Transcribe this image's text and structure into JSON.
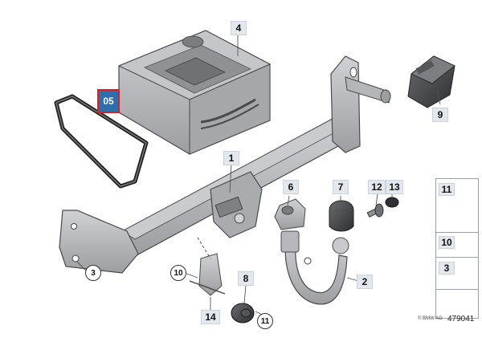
{
  "diagram": {
    "selected_label": "05",
    "callouts": {
      "c1": "1",
      "c2": "2",
      "c3": "3",
      "c4": "4",
      "c6": "6",
      "c7": "7",
      "c8": "8",
      "c9": "9",
      "c10": "10",
      "c11": "11",
      "c12": "12",
      "c13": "13",
      "c14": "14"
    },
    "legend": {
      "row1": "11",
      "row2": "10",
      "row3": "3"
    },
    "copyright": "© BMW AG",
    "reference_number": "479041",
    "colors": {
      "part_fill": "#b6b8bb",
      "part_stroke": "#4a4a4a",
      "label_bg": "#e3e8ee",
      "selected_bg": "#2f6dab",
      "selected_border": "#e01e1e"
    }
  }
}
